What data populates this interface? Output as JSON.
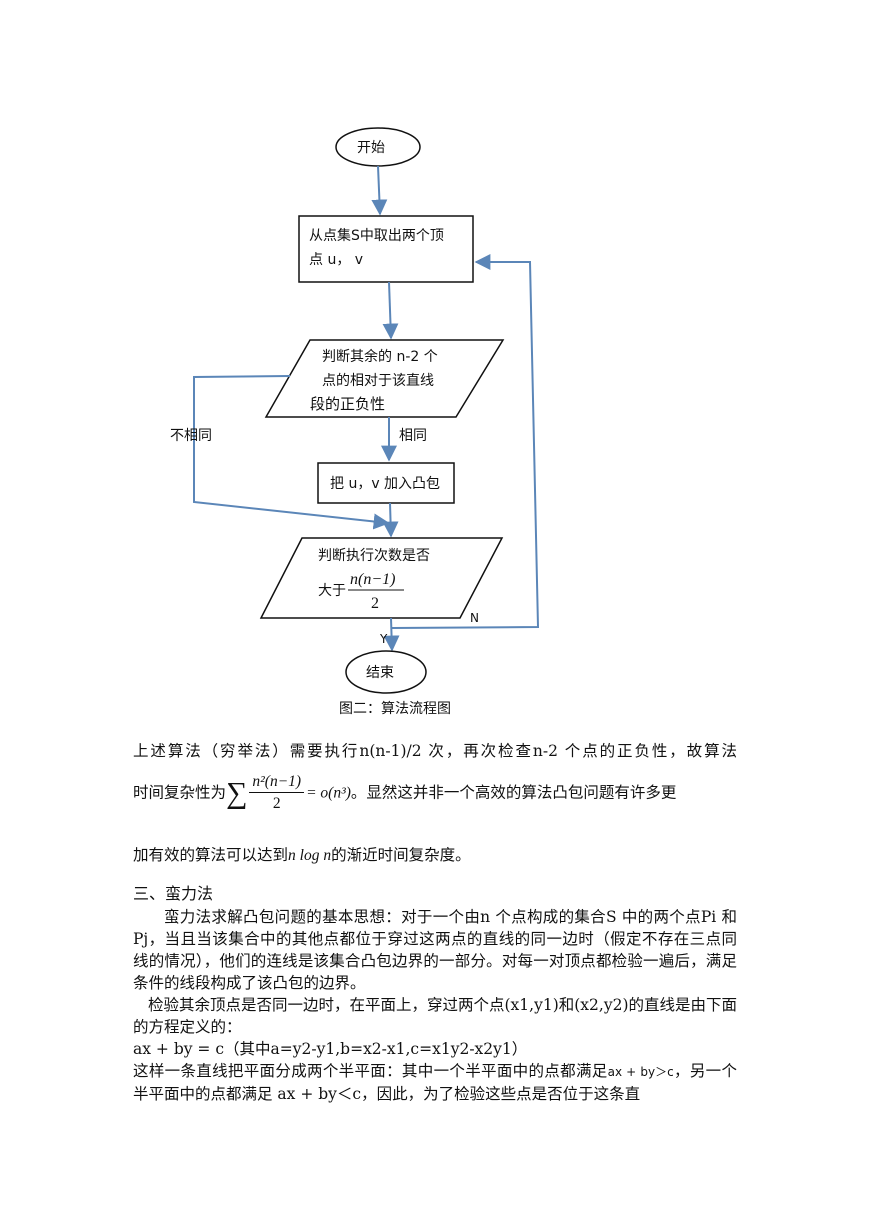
{
  "flowchart": {
    "start": "开始",
    "step1_line1": "从点集S中取出两个顶",
    "step1_line2": "点 u， v",
    "decision_line1": "判断其余的 n-2  个",
    "decision_line2": "点的相对于该直线",
    "decision_line3": "段的正负性",
    "label_not_same": "不相同",
    "label_same": "相同",
    "step2": "把 u，v 加入凸包",
    "check_line1": "判断执行次数是否",
    "check_prefix": "大于",
    "check_num": "n(n−1)",
    "check_den": "2",
    "label_n": "N",
    "label_y": "Y",
    "end": "结束"
  },
  "caption": "图二：算法流程图",
  "paragraph1": "上述算法（穷举法）需要执行n(n-1)/2  次，再次检查n-2  个点的正负性，故算法",
  "paragraph2_prefix": "时间复杂性为",
  "paragraph2_sum": "∑",
  "paragraph2_num": "n²(n−1)",
  "paragraph2_den": "2",
  "paragraph2_eq": "= o(n³)",
  "paragraph2_suffix": "。显然这并非一个高效的算法凸包问题有许多更",
  "paragraph3_prefix": "加有效的算法可以达到",
  "paragraph3_math": "n log n",
  "paragraph3_suffix": "的渐近时间复杂度。",
  "section_heading": "三、蛮力法",
  "body": {
    "p1": "蛮力法求解凸包问题的基本思想：对于一个由n  个点构成的集合S  中的两个点Pi  和Pj，当且当该集合中的其他点都位于穿过这两点的直线的同一边时（假定不存在三点同线的情况），他们的连线是该集合凸包边界的一部分。对每一对顶点都检验一遍后，满足条件的线段构成了该凸包的边界。",
    "p2": "检验其余顶点是否同一边时，在平面上，穿过两个点(x1,y1)和(x2,y2)的直线是由下面的方程定义的：",
    "p3": "ax + by = c（其中a=y2-y1,b=x2-x1,c=x1y2-x2y1）",
    "p4_a": "这样一条直线把平面分成两个半平面：其中一个半平面中的点都满足",
    "p4_b": "ax + by＞c",
    "p4_c": "，另一个半平面中的点都满足 ax + by＜c，因此，为了检验这些点是否位于这条直"
  }
}
